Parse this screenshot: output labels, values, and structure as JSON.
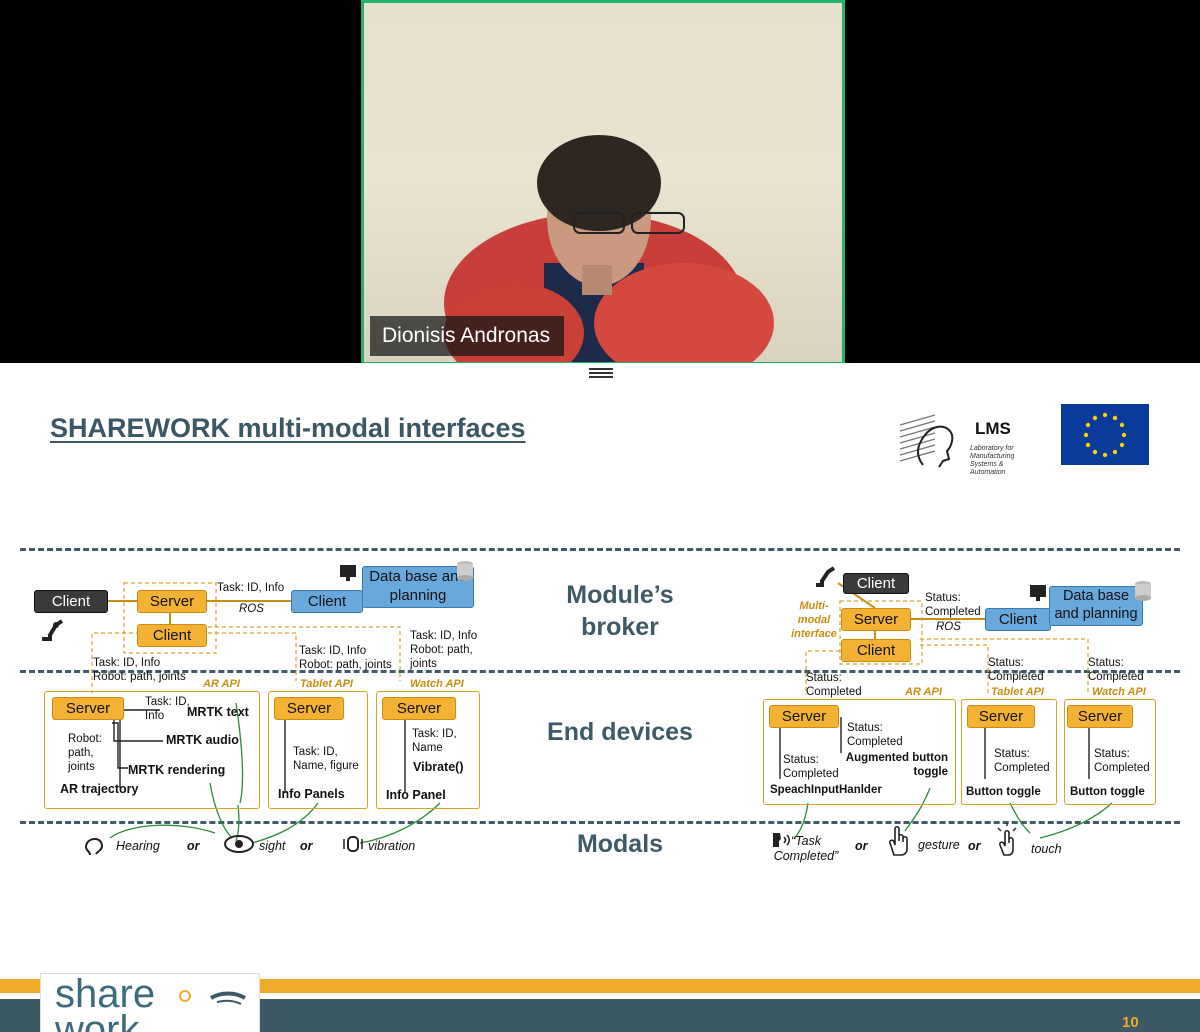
{
  "meeting": {
    "participant_name": "Dionisis Andronas"
  },
  "slide": {
    "title": "SHAREWORK multi-modal interfaces",
    "lms_logo": "LMS",
    "lms_subtitle": "Laboratory for Manufacturing Systems & Automation",
    "sections": [
      "Module’s broker",
      "End devices",
      "Modals"
    ],
    "left": {
      "client": "Client",
      "server": "Server",
      "client2": "Client",
      "task_info": "Task: ID, Info",
      "ros": "ROS",
      "client_db": "Client",
      "db": "Data base and planning",
      "task_robot": "Task: ID, Info Robot: path, joints",
      "task_robot2": "Task: ID, Info Robot: path, joints",
      "task_robot3": "Task: ID, Info Robot: path, joints",
      "ar_api": "AR API",
      "tablet_api": "Tablet API",
      "watch_api": "Watch API",
      "ar_server": "Server",
      "ar_task": "Task: ID, Info",
      "mrtk_text": "MRTK text",
      "mrtk_audio": "MRTK audio",
      "mrtk_rendering": "MRTK rendering",
      "robot_path": "Robot: path, joints",
      "ar_trajectory": "AR trajectory",
      "tablet_server": "Server",
      "tablet_task": "Task: ID, Name, figure",
      "info_panels": "Info Panels",
      "watch_server": "Server",
      "watch_task": "Task: ID, Name",
      "vibrate": "Vibrate()",
      "info_panel": "Info Panel",
      "hearing": "Hearing",
      "or1": "or",
      "sight": "sight",
      "or2": "or",
      "vibration": "vibration"
    },
    "right": {
      "client_dark": "Client",
      "multimodal": "Multi- modal interface",
      "server": "Server",
      "client": "Client",
      "status_completed": "Status: Completed",
      "ros": "ROS",
      "client_db": "Client",
      "db": "Data base and planning",
      "status1": "Status: Completed",
      "status2": "Status: Completed",
      "status3": "Status: Completed",
      "ar_api": "AR API",
      "tablet_api": "Tablet API",
      "watch_api": "Watch API",
      "ar_server": "Server",
      "ar_status_a": "Status: Completed",
      "augmented": "Augmented button toggle",
      "ar_status_b": "Status: Completed",
      "speach": "SpeachInputHanlder",
      "tablet_server": "Server",
      "tablet_status": "Status: Completed",
      "button_toggle1": "Button toggle",
      "watch_server": "Server",
      "watch_status": "Status: Completed",
      "button_toggle2": "Button toggle",
      "task_completed": "“Task Completed”",
      "or1": "or",
      "gesture": "gesture",
      "or2": "or",
      "touch": "touch"
    },
    "page_number": "10",
    "footer_logo": "share work"
  },
  "colors": {
    "accent_orange": "#f3b233",
    "accent_blue": "#69a8db",
    "slate": "#3c5966",
    "speaker_border": "#23b36a"
  }
}
